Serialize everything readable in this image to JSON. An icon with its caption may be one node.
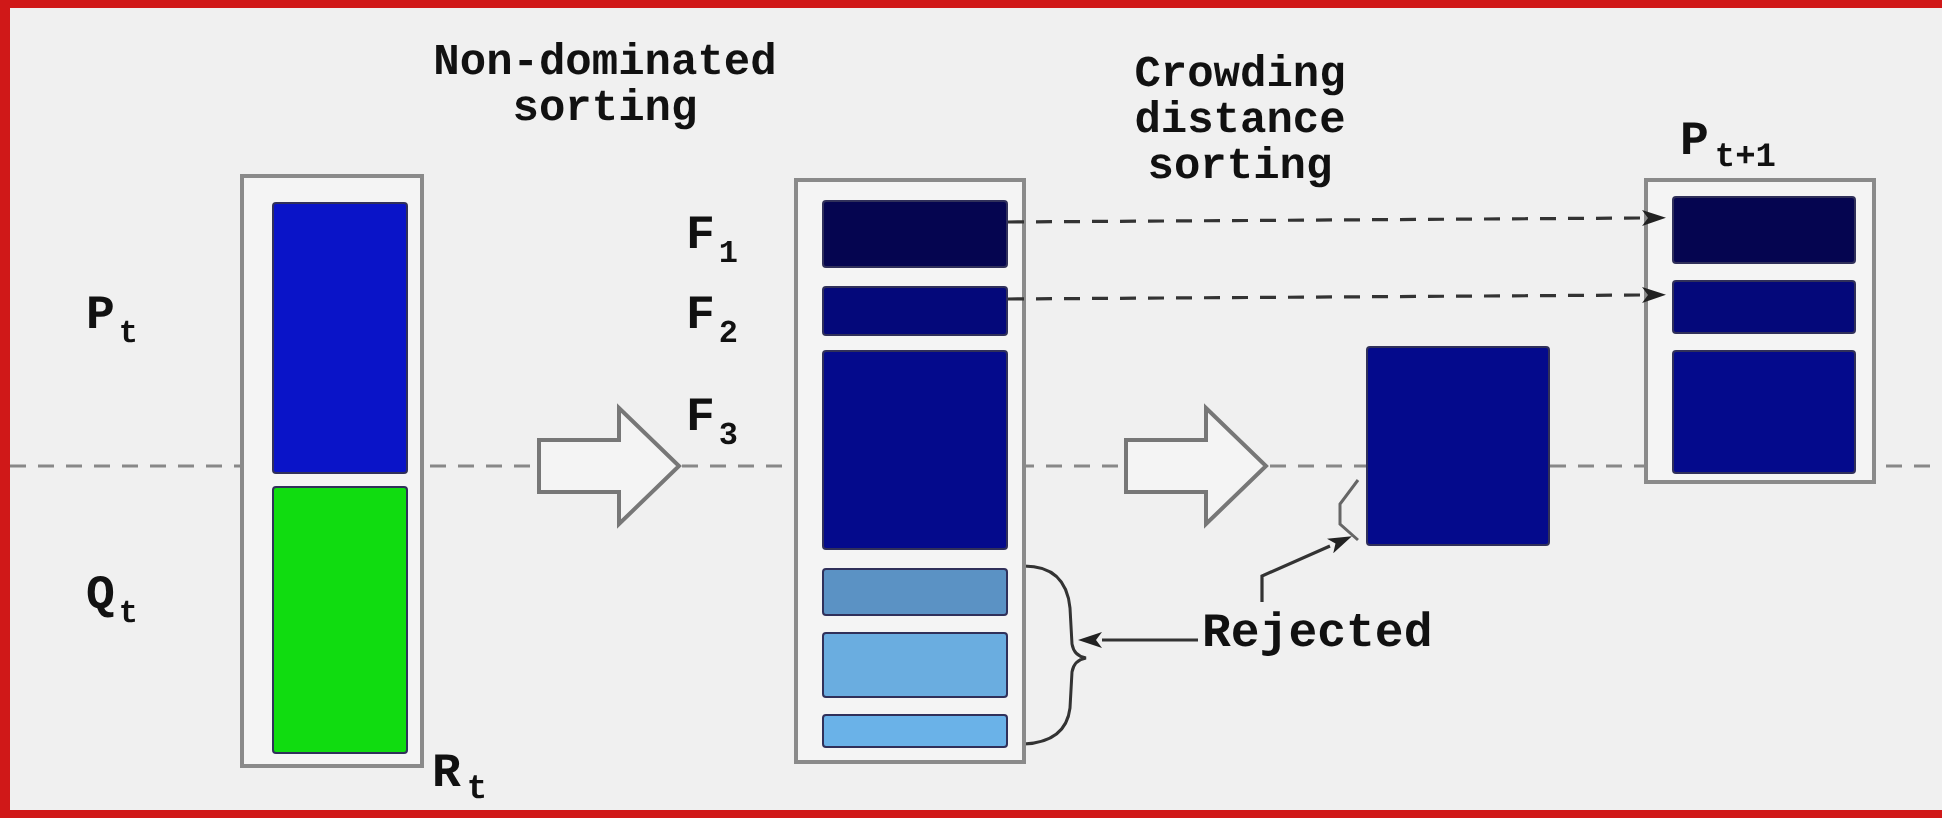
{
  "diagram": {
    "nodes": [
      {
        "text": [
          "R$_{t}$"
        ]
      },
      {
        "text": [],
        "shape": "box",
        "in": 0
      },
      {
        "text": [],
        "shape": "box",
        "in": 0
      },
      {
        "text": [],
        "shape": "box"
      },
      {
        "text": [],
        "shape": "box",
        "in": 3
      },
      {
        "text": [],
        "shape": "box",
        "in": 3
      },
      {
        "text": [],
        "shape": "box",
        "in": 3
      },
      {
        "text": [],
        "shape": "box",
        "in": 3
      },
      {
        "text": [],
        "shape": "box",
        "in": 3
      },
      {
        "text": [],
        "shape": "box",
        "in": 3
      },
      {
        "text": [],
        "shape": "box"
      },
      {
        "text": [
          "P$_{t+1}$"
        ]
      },
      {
        "text": [],
        "shape": "box",
        "in": 11
      },
      {
        "text": [],
        "shape": "box",
        "in": 11
      },
      {
        "text": [],
        "shape": "box",
        "in": 11
      },
      {
        "text": [
          "Rejected"
        ]
      }
    ],
    "edges": [
      {
        "from": 0,
        "to": 3,
        "arrow": "to",
        "style": "thick"
      },
      {
        "from": 3,
        "to": 10,
        "arrow": "to",
        "style": "thick"
      },
      {
        "from": 4,
        "to": 12,
        "arrow": "to",
        "style": "dashed"
      },
      {
        "from": 5,
        "to": 13,
        "arrow": "to",
        "style": "dashed"
      },
      {
        "from": 15,
        "to": 3,
        "arrow": "to"
      },
      {
        "from": 15,
        "to": 10,
        "arrow": "to"
      }
    ],
    "labels": [
      "Non-dominated sorting",
      "Crowding distance sorting",
      "P$_{t}$",
      "Q$_{t}$",
      "F$_{1}$",
      "F$_{2}$",
      "F$_{3}$"
    ]
  }
}
